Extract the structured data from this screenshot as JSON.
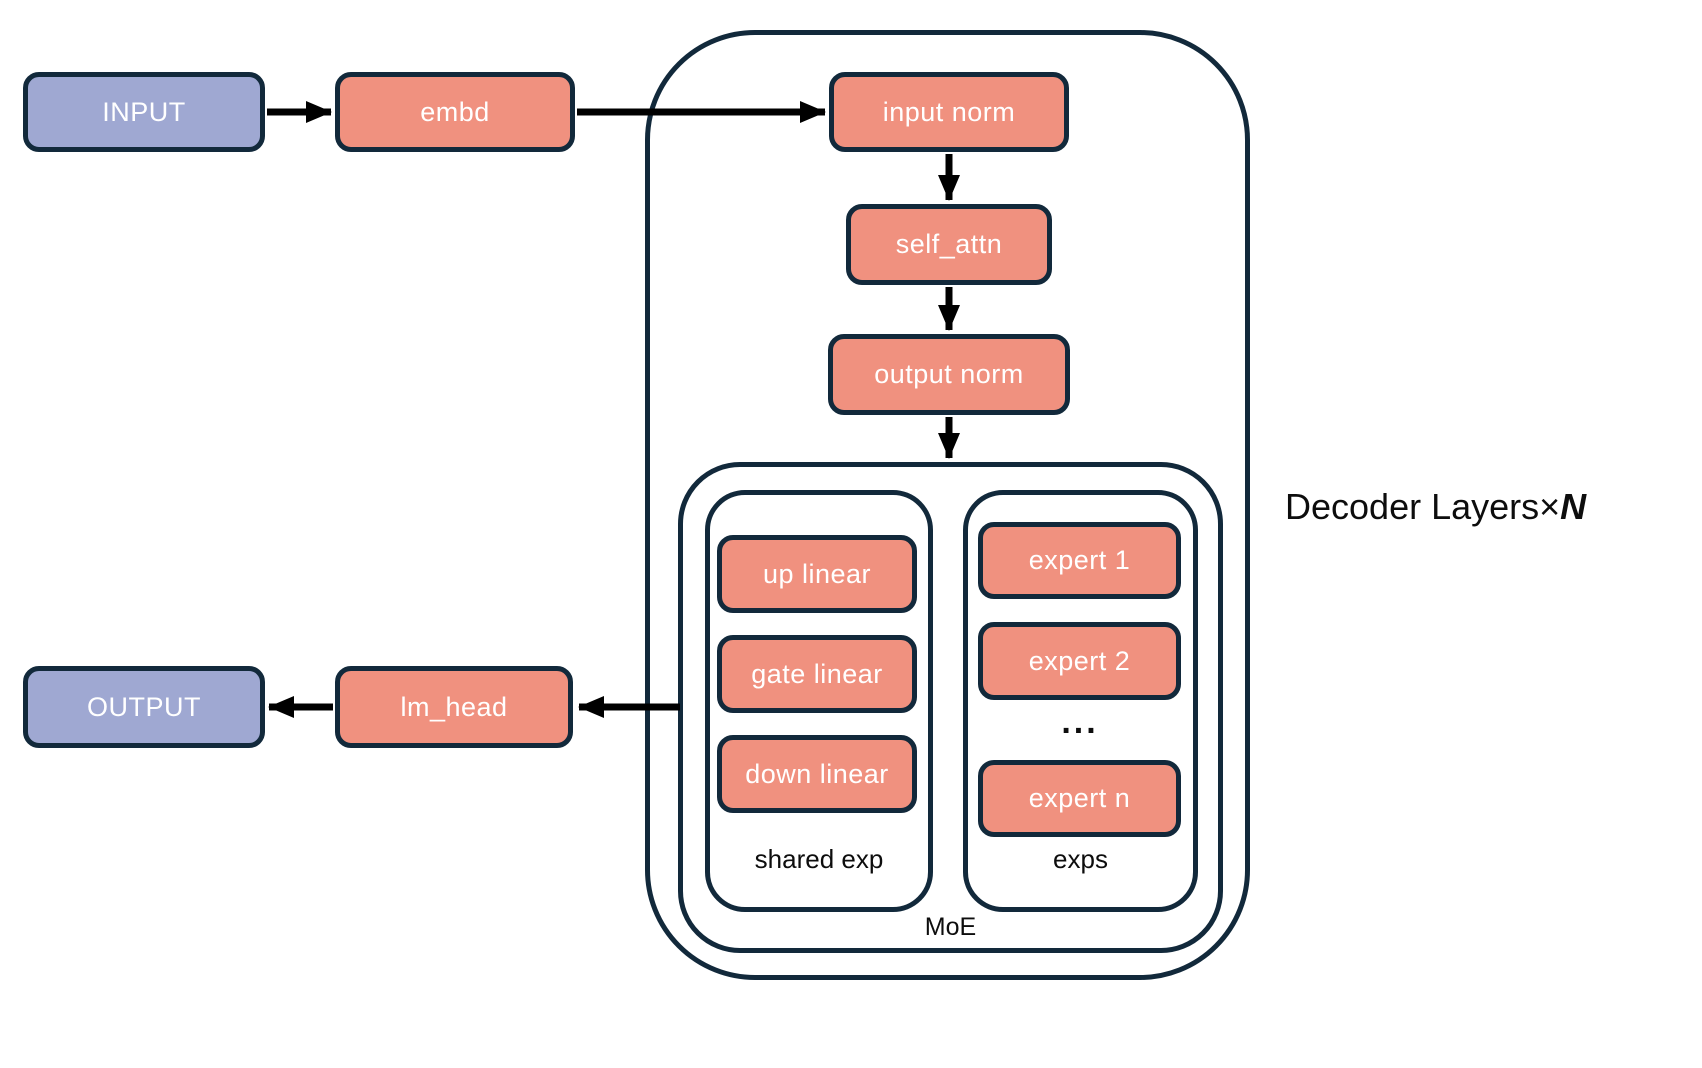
{
  "diagram": {
    "io": {
      "input": "INPUT",
      "output": "OUTPUT"
    },
    "blocks": {
      "embd": "embd",
      "lm_head": "lm_head",
      "input_norm": "input norm",
      "self_attn": "self_attn",
      "output_norm": "output norm"
    },
    "moe": {
      "label": "MoE",
      "shared": {
        "label": "shared exp",
        "items": [
          "up linear",
          "gate linear",
          "down linear"
        ]
      },
      "experts": {
        "label": "exps",
        "items": [
          "expert 1",
          "expert 2",
          "expert n"
        ],
        "ellipsis": "..."
      }
    },
    "decoder_caption": {
      "text": "Decoder Layers",
      "times": "×",
      "n": "N"
    }
  },
  "colors": {
    "block_fill": "#f0917f",
    "io_fill": "#9fa8d2",
    "outline": "#12293b",
    "arrow": "#000000",
    "block_text": "#ffffff",
    "label_text": "#0d0d0d",
    "background": "#ffffff"
  }
}
